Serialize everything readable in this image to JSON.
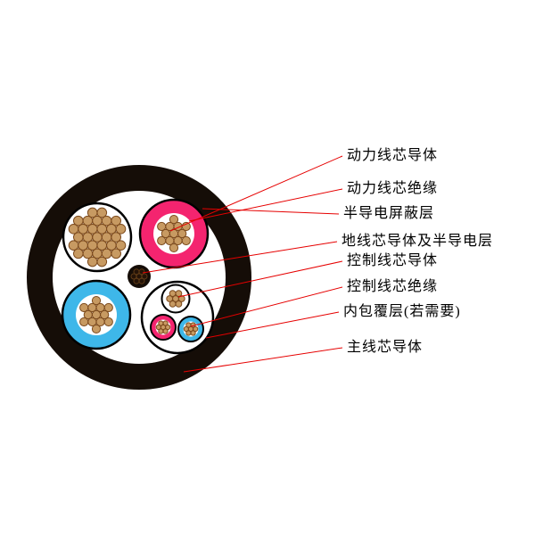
{
  "diagram": {
    "title": "cable-cross-section",
    "labels": [
      {
        "id": "power-core-conductor",
        "text": "动力线芯导体"
      },
      {
        "id": "power-core-insulation",
        "text": "动力线芯绝缘"
      },
      {
        "id": "semiconductive-shield-layer",
        "text": "半导电屏蔽层"
      },
      {
        "id": "ground-core-and-semiconductive-layer",
        "text": "地线芯导体及半导电层"
      },
      {
        "id": "control-core-conductor",
        "text": "控制线芯导体"
      },
      {
        "id": "control-core-insulation",
        "text": "控制线芯绝缘"
      },
      {
        "id": "inner-covering-layer",
        "text": "内包覆层(若需要)"
      },
      {
        "id": "main-core-conductor",
        "text": "主线芯导体"
      }
    ],
    "colors": {
      "background": "#ffffff",
      "sheath": "#150d07",
      "core_pink": "#f4246f",
      "core_cyan": "#3eb7e9",
      "strand_fill": "#c79a62",
      "strand_stroke": "#7c4a1d",
      "dark_strand_fill": "#241307",
      "dark_strand_stroke": "#5e3a16",
      "outline": "#000000",
      "leader": "#e60000",
      "label_text": "#000000"
    }
  }
}
